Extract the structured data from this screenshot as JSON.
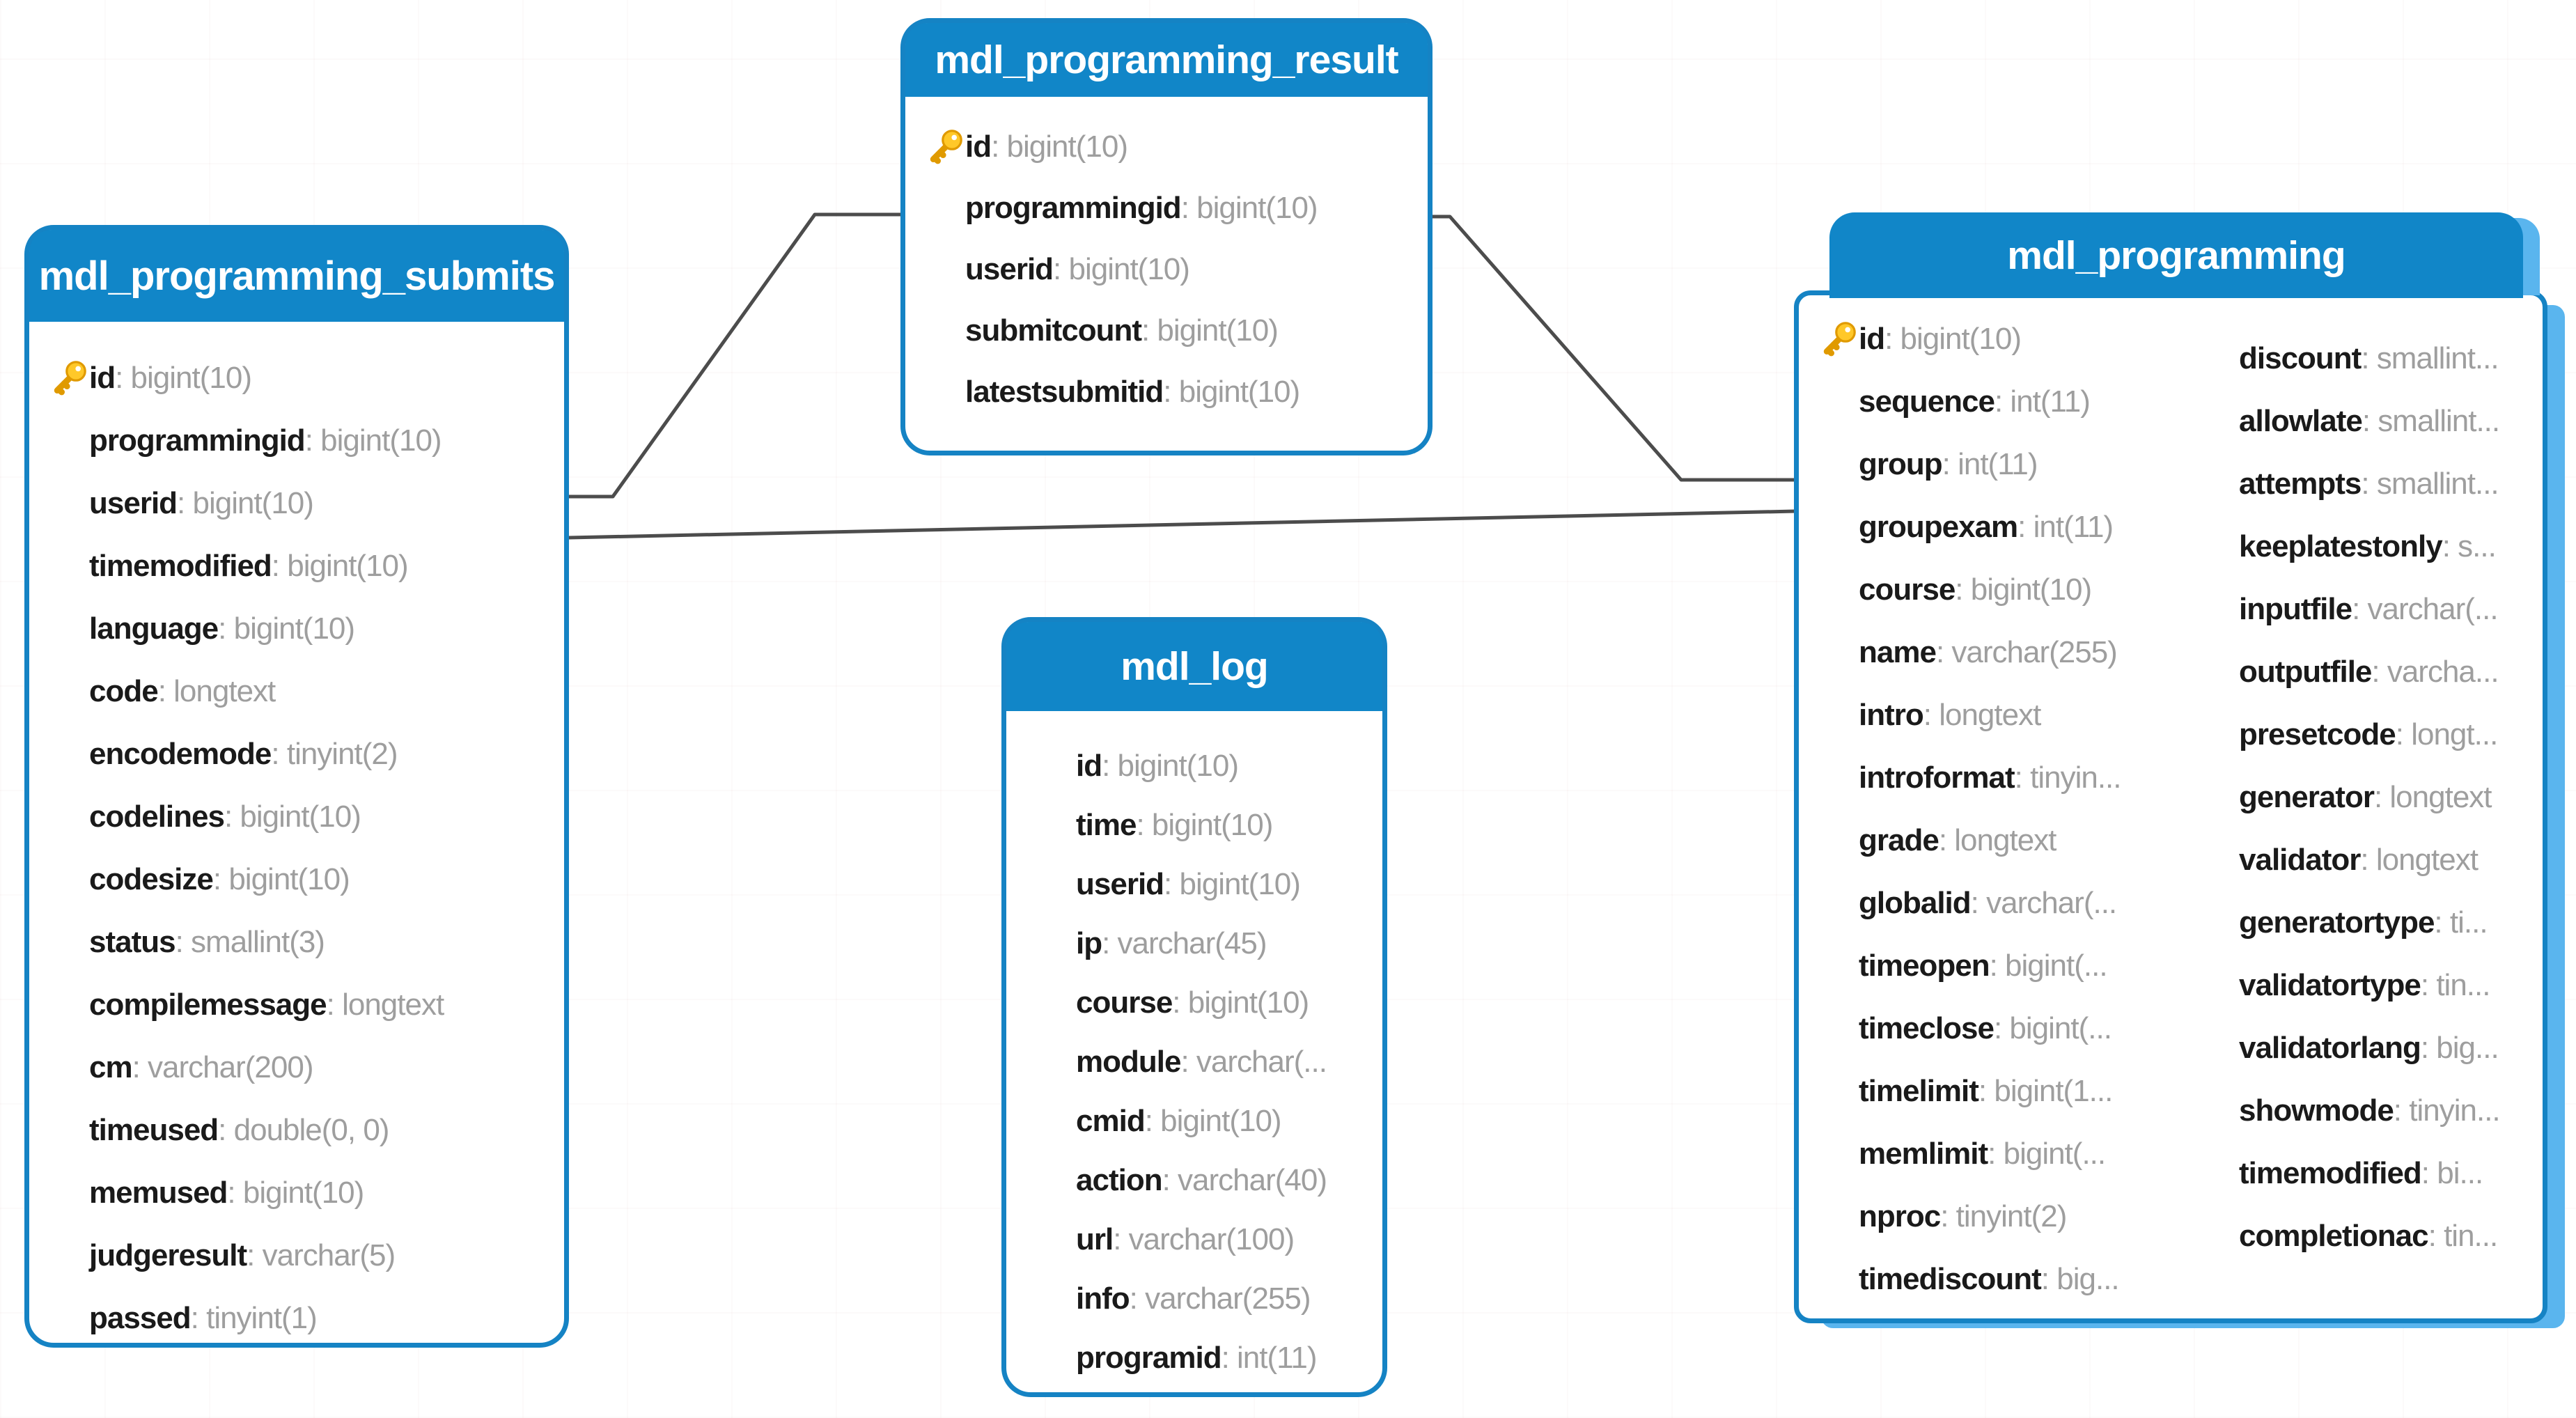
{
  "diagram": {
    "type": "database-er-schema",
    "description": "Moodle programming module database schema"
  },
  "colors": {
    "canvas_bg": "#FFFFFF",
    "header_bg": "#1186C8",
    "header_text": "#FFFFFF",
    "table_border": "#1583C4",
    "table_bg": "#FFFFFF",
    "field_name_text": "#1A1A1A",
    "field_type_text": "#9E9E9E",
    "relation_line": "#4C4C4C",
    "selection_shadow": "#5AB5EE",
    "key_gold": "#FFC829",
    "key_outline": "#E09A00"
  },
  "icons": {
    "primary_key": "key-icon"
  },
  "tables": [
    {
      "title": "mdl_programming_submits",
      "fields": [
        {
          "name": "id",
          "type": "bigint(10)",
          "pk": true
        },
        {
          "name": "programmingid",
          "type": "bigint(10)"
        },
        {
          "name": "userid",
          "type": "bigint(10)"
        },
        {
          "name": "timemodified",
          "type": "bigint(10)"
        },
        {
          "name": "language",
          "type": "bigint(10)"
        },
        {
          "name": "code",
          "type": "longtext"
        },
        {
          "name": "encodemode",
          "type": "tinyint(2)"
        },
        {
          "name": "codelines",
          "type": "bigint(10)"
        },
        {
          "name": "codesize",
          "type": "bigint(10)"
        },
        {
          "name": "status",
          "type": "smallint(3)"
        },
        {
          "name": "compilemessage",
          "type": "longtext"
        },
        {
          "name": "cm",
          "type": "varchar(200)"
        },
        {
          "name": "timeused",
          "type": "double(0, 0)"
        },
        {
          "name": "memused",
          "type": "bigint(10)"
        },
        {
          "name": "judgeresult",
          "type": "varchar(5)"
        },
        {
          "name": "passed",
          "type": "tinyint(1)"
        }
      ]
    },
    {
      "title": "mdl_programming_result",
      "fields": [
        {
          "name": "id",
          "type": "bigint(10)",
          "pk": true
        },
        {
          "name": "programmingid",
          "type": "bigint(10)"
        },
        {
          "name": "userid",
          "type": "bigint(10)"
        },
        {
          "name": "submitcount",
          "type": "bigint(10)"
        },
        {
          "name": "latestsubmitid",
          "type": "bigint(10)"
        }
      ]
    },
    {
      "title": "mdl_log",
      "fields": [
        {
          "name": "id",
          "type": "bigint(10)"
        },
        {
          "name": "time",
          "type": "bigint(10)"
        },
        {
          "name": "userid",
          "type": "bigint(10)"
        },
        {
          "name": "ip",
          "type": "varchar(45)"
        },
        {
          "name": "course",
          "type": "bigint(10)"
        },
        {
          "name": "module",
          "type": "varchar(..."
        },
        {
          "name": "cmid",
          "type": "bigint(10)"
        },
        {
          "name": "action",
          "type": "varchar(40)"
        },
        {
          "name": "url",
          "type": "varchar(100)"
        },
        {
          "name": "info",
          "type": "varchar(255)"
        },
        {
          "name": "programid",
          "type": "int(11)"
        }
      ]
    },
    {
      "title": "mdl_programming",
      "fields_left": [
        {
          "name": "id",
          "type": "bigint(10)",
          "pk": true
        },
        {
          "name": "sequence",
          "type": "int(11)"
        },
        {
          "name": "group",
          "type": "int(11)"
        },
        {
          "name": "groupexam",
          "type": "int(11)"
        },
        {
          "name": "course",
          "type": "bigint(10)"
        },
        {
          "name": "name",
          "type": "varchar(255)"
        },
        {
          "name": "intro",
          "type": "longtext"
        },
        {
          "name": "introformat",
          "type": "tinyin..."
        },
        {
          "name": "grade",
          "type": "longtext"
        },
        {
          "name": "globalid",
          "type": "varchar(..."
        },
        {
          "name": "timeopen",
          "type": "bigint(..."
        },
        {
          "name": "timeclose",
          "type": "bigint(..."
        },
        {
          "name": "timelimit",
          "type": "bigint(1..."
        },
        {
          "name": "memlimit",
          "type": "bigint(..."
        },
        {
          "name": "nproc",
          "type": "tinyint(2)"
        },
        {
          "name": "timediscount",
          "type": "big..."
        }
      ],
      "fields_right": [
        {
          "name": "discount",
          "type": "smallint..."
        },
        {
          "name": "allowlate",
          "type": "smallint..."
        },
        {
          "name": "attempts",
          "type": "smallint..."
        },
        {
          "name": "keeplatestonly",
          "type": "s..."
        },
        {
          "name": "inputfile",
          "type": "varchar(..."
        },
        {
          "name": "outputfile",
          "type": "varcha..."
        },
        {
          "name": "presetcode",
          "type": "longt..."
        },
        {
          "name": "generator",
          "type": "longtext"
        },
        {
          "name": "validator",
          "type": "longtext"
        },
        {
          "name": "generatortype",
          "type": "ti..."
        },
        {
          "name": "validatortype",
          "type": "tin..."
        },
        {
          "name": "validatorlang",
          "type": "big..."
        },
        {
          "name": "showmode",
          "type": "tinyin..."
        },
        {
          "name": "timemodified",
          "type": "bi..."
        },
        {
          "name": "completionac",
          "type": "tin..."
        }
      ]
    }
  ],
  "relations": [
    {
      "from": "mdl_programming_submits",
      "to": "mdl_programming_result"
    },
    {
      "from": "mdl_programming_result",
      "to": "mdl_programming"
    },
    {
      "from": "mdl_programming_submits",
      "to": "mdl_programming"
    }
  ]
}
